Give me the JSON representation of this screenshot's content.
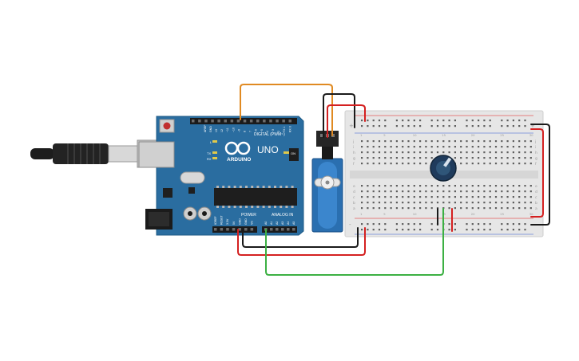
{
  "board": {
    "brand": "ARDUINO",
    "model": "UNO",
    "digital_header": "DIGITAL (PWM~)",
    "power_header": "POWER",
    "analog_header": "ANALOG IN",
    "tx": "TX",
    "rx": "RX",
    "l": "L",
    "on": "ON",
    "aref": "AREF",
    "gnd": "GND",
    "digital_pins": [
      "13",
      "12",
      "~11",
      "~10",
      "~9",
      "8",
      "7",
      "~6",
      "~5",
      "4",
      "~3",
      "2",
      "TX 1",
      "RX 0"
    ],
    "power_pins": [
      "IOREF",
      "RESET",
      "3.3V",
      "5V",
      "GND",
      "GND",
      "Vin"
    ],
    "analog_pins": [
      "A0",
      "A1",
      "A2",
      "A3",
      "A4",
      "A5"
    ]
  },
  "breadboard": {
    "columns": [
      "1",
      "5",
      "10",
      "15",
      "20",
      "25",
      "30"
    ],
    "rows_top": [
      "j",
      "i",
      "h",
      "g",
      "f"
    ],
    "rows_bottom": [
      "e",
      "d",
      "c",
      "b",
      "a"
    ],
    "plus": "+",
    "minus": "-"
  },
  "colors": {
    "board": "#2a6da0",
    "wire_orange": "#e08a22",
    "wire_red": "#d42020",
    "wire_black": "#1a1a1a",
    "wire_green": "#3cb043",
    "servo": "#2a6fb0",
    "pot": "#1f3b5c",
    "breadboard": "#e6e6e6"
  }
}
